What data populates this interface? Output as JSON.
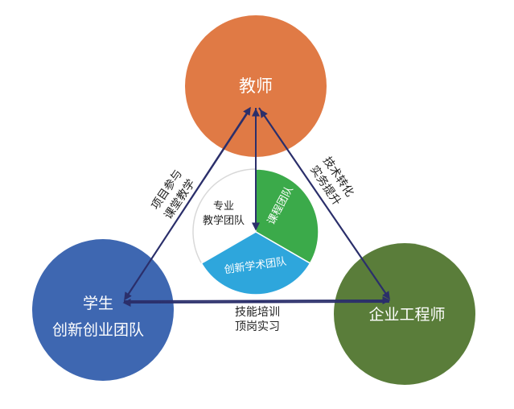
{
  "nodes": {
    "teacher": {
      "label": "教师",
      "color": "#E07A45"
    },
    "student": {
      "line1": "学生",
      "line2": "创新创业团队",
      "color": "#3E67B1"
    },
    "engineer": {
      "label": "企业工程师",
      "color": "#5A7D3A"
    }
  },
  "center": {
    "professional": {
      "line1": "专业",
      "line2": "教学团队",
      "color": "#FFFFFF"
    },
    "course": {
      "label": "课程团队",
      "color": "#3BAA4A"
    },
    "innovation": {
      "label": "创新学术团队",
      "color": "#2EA6DC"
    }
  },
  "edges": {
    "left": {
      "line1": "项目参与",
      "line2": "课堂教学"
    },
    "right": {
      "line1": "技术转化",
      "line2": "实务提升"
    },
    "bottom": {
      "line1": "技能培训",
      "line2": "顶岗实习"
    }
  },
  "colors": {
    "arrow": "#2B2F6B",
    "divider": "#D8D8D8"
  }
}
